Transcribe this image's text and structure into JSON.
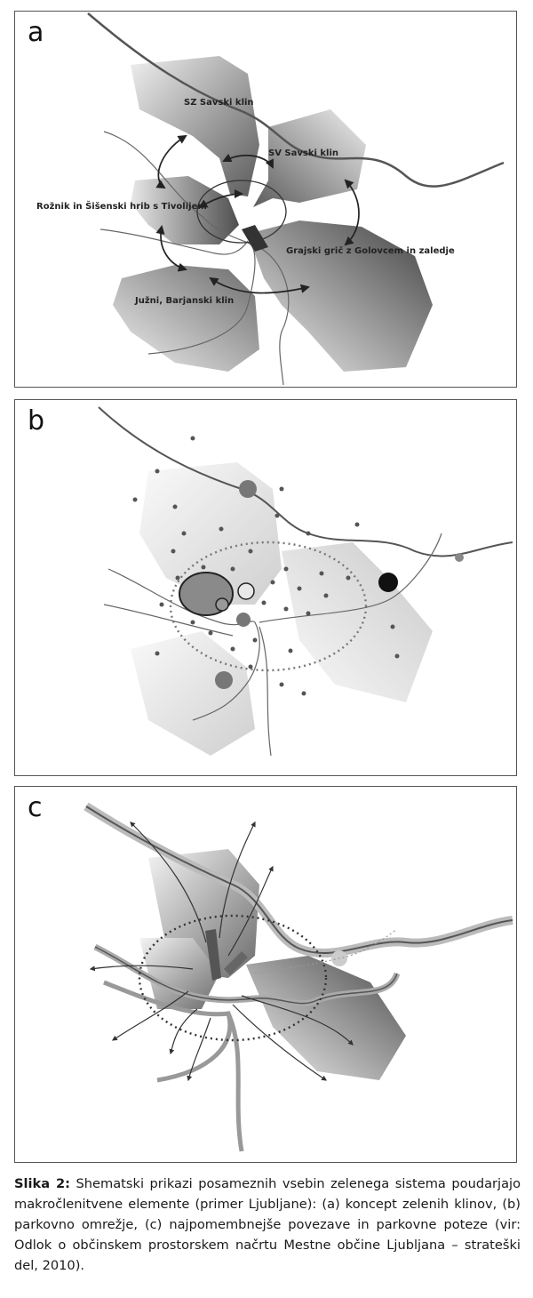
{
  "panels": [
    {
      "letter": "a",
      "labels": {
        "sz": "SZ Savski klin",
        "sv": "SV Savski klin",
        "roznik": "Rožnik in Šišenski hrib s Tivolijem",
        "grajski": "Grajski grič z Golovcem in zaledje",
        "juzni": "Južni, Barjanski klin"
      }
    },
    {
      "letter": "b"
    },
    {
      "letter": "c"
    }
  ],
  "caption": {
    "lead": "Slika 2:",
    "text": "Shematski prikazi posameznih vsebin zelenega sistema poudarjajo makročlenitvene elemente (primer Ljubljane): (a) koncept zelenih klinov, (b) parkovno omrežje, (c) najpomembnejše povezave in parkovne poteze (vir: Odlok o občinskem prostorskem načrtu Mestne občine Ljubljana – strateški del, 2010)."
  },
  "colors": {
    "border": "#555555",
    "river": "#6a6a6a",
    "wedge_dark": "#555555",
    "wedge_light": "#e4e4e4"
  }
}
